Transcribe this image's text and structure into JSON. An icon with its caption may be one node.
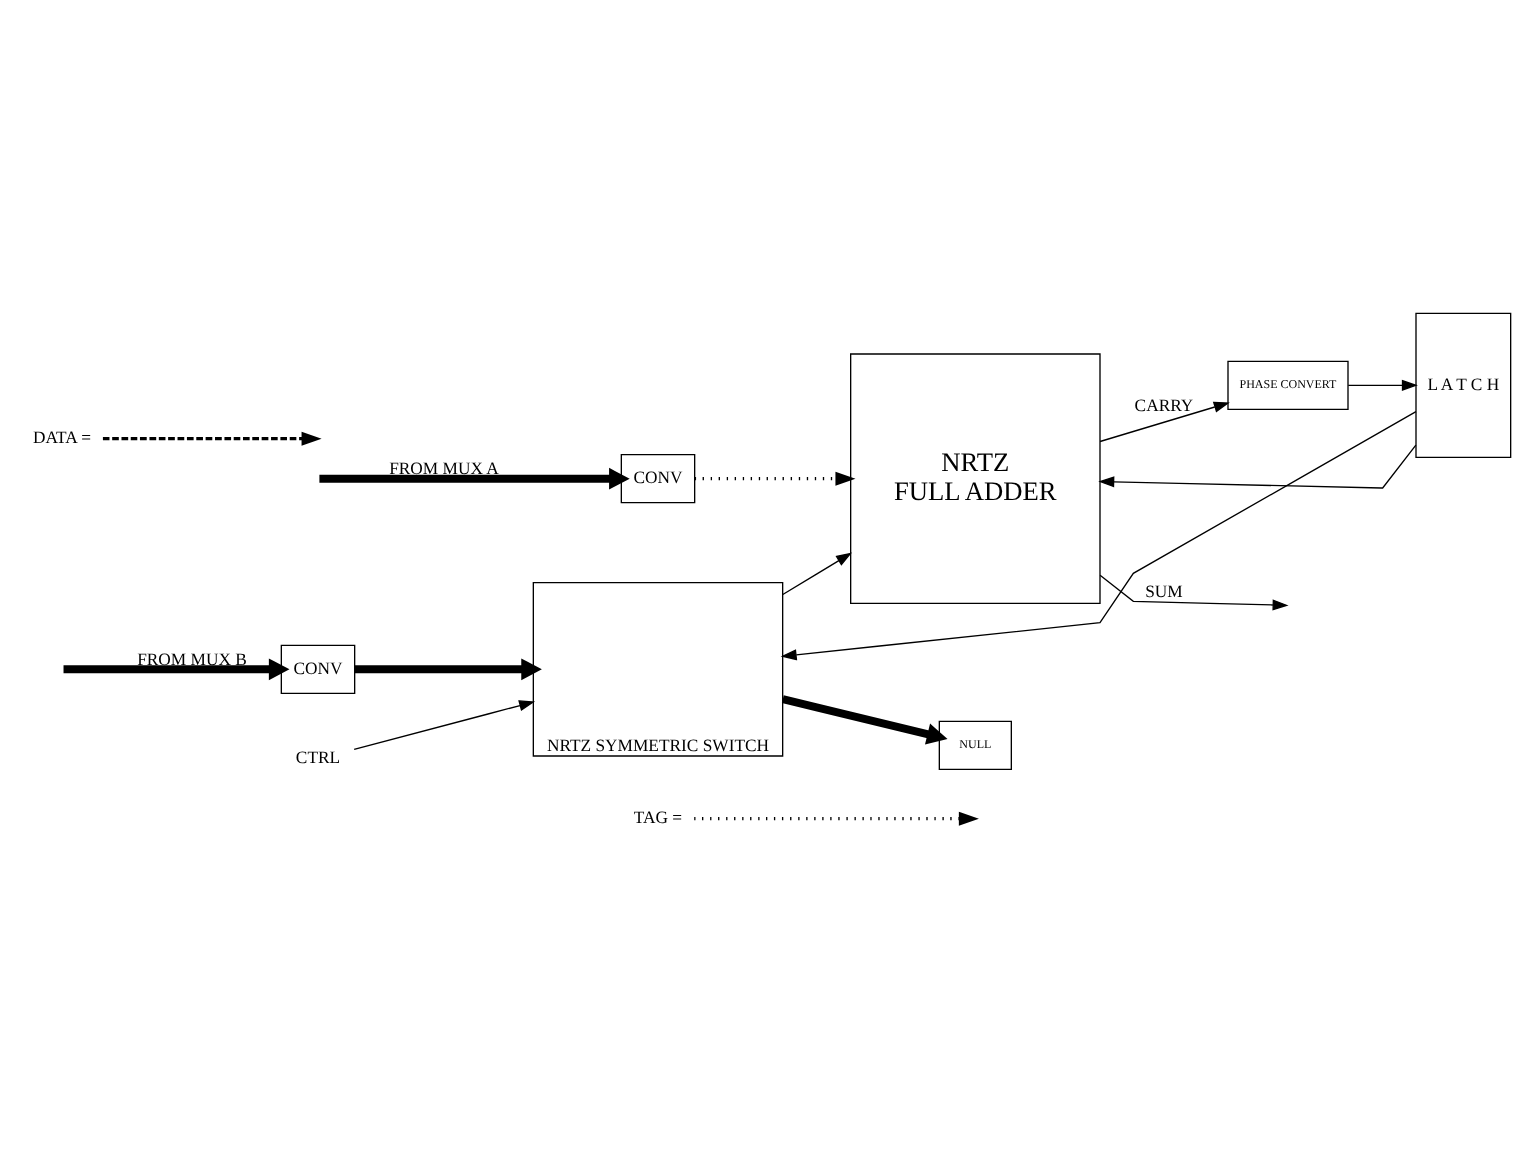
{
  "diagram": {
    "nodes": [
      {
        "text": [
          "CONV"
        ]
      },
      {
        "text": [
          "CONV"
        ]
      },
      {
        "text": [
          "NRTZ SYMMETRIC SWITCH"
        ]
      },
      {
        "text": [
          "NULL"
        ]
      },
      {
        "text": [
          "NRTZ",
          "FULL ADDER"
        ]
      },
      {
        "text": [
          "CTRL"
        ]
      },
      {
        "text": [
          "PHASE CONVERT"
        ]
      },
      {
        "text": [
          "L A T C H"
        ]
      }
    ],
    "edges": [
      {
        "from": null,
        "to": 0,
        "arrow": "to",
        "label": "FROM MUX A",
        "style": "thick"
      },
      {
        "from": null,
        "to": 1,
        "arrow": "to",
        "label": "FROM MUX B",
        "style": "thick"
      },
      {
        "from": 0,
        "to": 4,
        "arrow": "to",
        "style": "dashed"
      },
      {
        "from": 1,
        "to": 2,
        "arrow": "to",
        "style": "thick"
      },
      {
        "from": 2,
        "to": 4,
        "arrow": "to"
      },
      {
        "from": 2,
        "to": 3,
        "arrow": "to",
        "style": "thick"
      },
      {
        "from": 5,
        "to": 2,
        "arrow": "to"
      },
      {
        "from": 4,
        "to": null,
        "arrow": "to",
        "label": "SUM"
      },
      {
        "from": 4,
        "to": 6,
        "arrow": "to",
        "label": "CARRY"
      },
      {
        "from": 6,
        "to": 7,
        "arrow": "to"
      },
      {
        "from": 7,
        "to": 2,
        "arrow": "to"
      },
      {
        "from": 7,
        "to": 4,
        "arrow": "to"
      }
    ],
    "legend": [
      {
        "text": "TAG ="
      },
      {
        "text": "DATA ="
      }
    ]
  }
}
